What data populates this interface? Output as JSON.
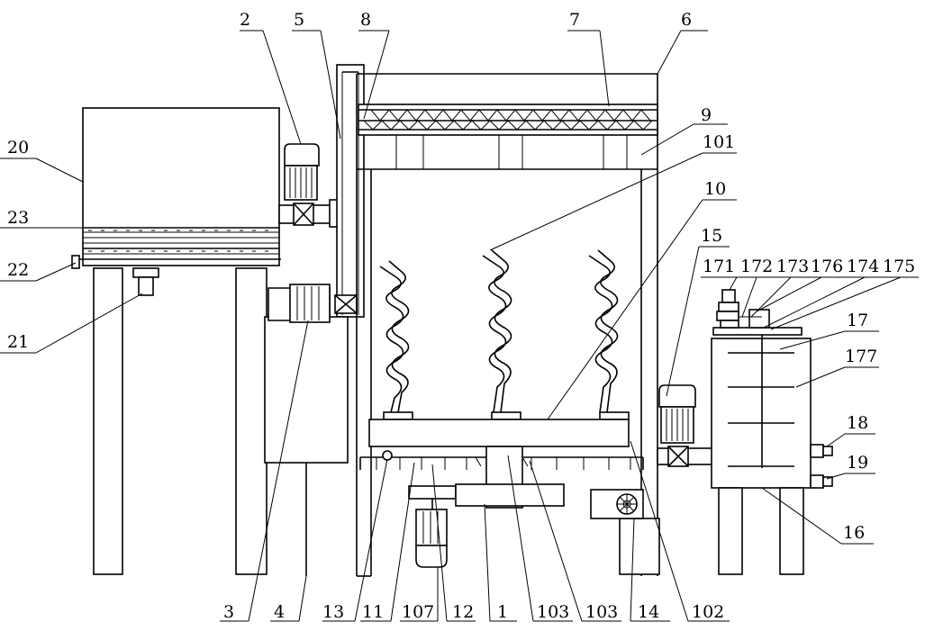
{
  "labels": {
    "l1": "1",
    "l2": "2",
    "l3": "3",
    "l4": "4",
    "l5": "5",
    "l6": "6",
    "l7": "7",
    "l8": "8",
    "l9": "9",
    "l10": "10",
    "l11": "11",
    "l12": "12",
    "l13": "13",
    "l14": "14",
    "l15": "15",
    "l16": "16",
    "l17": "17",
    "l18": "18",
    "l19": "19",
    "l20": "20",
    "l21": "21",
    "l22": "22",
    "l23": "23",
    "l101": "101",
    "l102": "102",
    "l103a": "103",
    "l103b": "103",
    "l107": "107",
    "l171": "171",
    "l172": "172",
    "l173": "173",
    "l174": "174",
    "l175": "175",
    "l176": "176",
    "l177": "177"
  }
}
